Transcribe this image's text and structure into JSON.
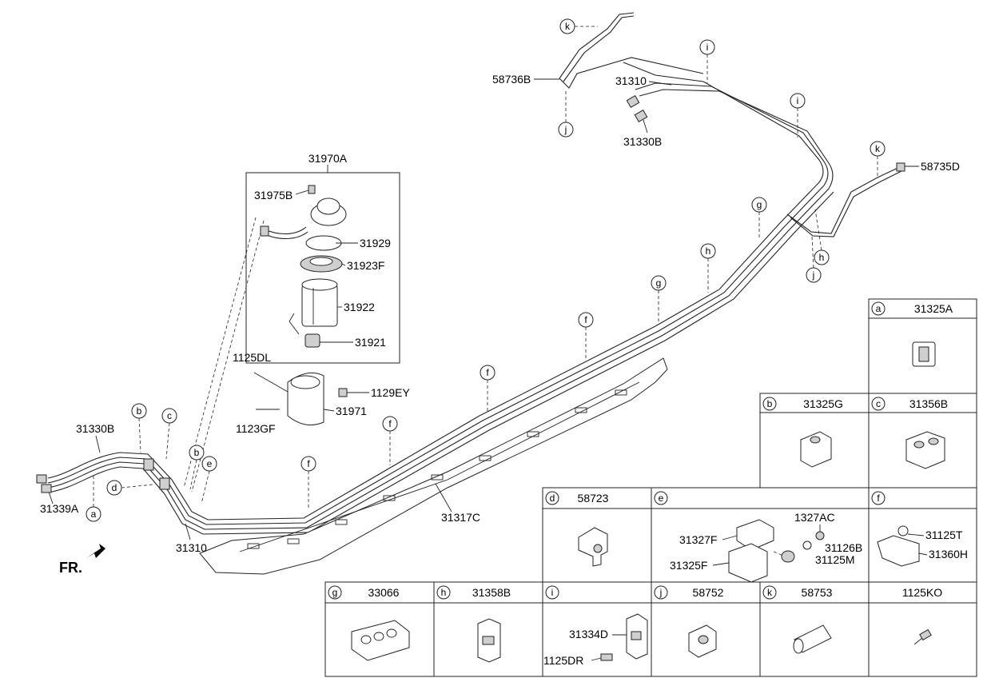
{
  "group": {
    "label": "31970A"
  },
  "direction": {
    "label": "FR."
  },
  "main_labels": {
    "p31975B": "31975B",
    "p31929": "31929",
    "p31923F": "31923F",
    "p31922": "31922",
    "p31921": "31921",
    "p1125DL": "1125DL",
    "p1129EY": "1129EY",
    "p31971": "31971",
    "p1123GF": "1123GF",
    "p31330B_left": "31330B",
    "p31339A": "31339A",
    "p31310_bottom": "31310",
    "p31317C": "31317C",
    "p58736B": "58736B",
    "p31310_top": "31310",
    "p31330B_top": "31330B",
    "p58735D": "58735D"
  },
  "callouts": {
    "k_top": "k",
    "i_top": "i",
    "i_mid": "i",
    "j_top": "j",
    "k_right": "k",
    "g_top": "g",
    "h_top": "h",
    "h_right": "h",
    "j_right": "j",
    "g_mid": "g",
    "f1": "f",
    "f2": "f",
    "f3": "f",
    "f4": "f",
    "b1": "b",
    "c1": "c",
    "d1": "d",
    "b2": "b",
    "e1": "e",
    "a1": "a"
  },
  "table": {
    "a": {
      "letter": "a",
      "part": "31325A"
    },
    "b": {
      "letter": "b",
      "part": "31325G"
    },
    "c": {
      "letter": "c",
      "part": "31356B"
    },
    "d": {
      "letter": "d",
      "part": "58723"
    },
    "e": {
      "letter": "e",
      "labels": {
        "l1327AC": "1327AC",
        "l31327F": "31327F",
        "l31126B": "31126B",
        "l31125M": "31125M",
        "l31325F": "31325F"
      }
    },
    "f": {
      "letter": "f",
      "labels": {
        "l31125T": "31125T",
        "l31360H": "31360H"
      }
    },
    "g": {
      "letter": "g",
      "part": "33066"
    },
    "h": {
      "letter": "h",
      "part": "31358B"
    },
    "i": {
      "letter": "i",
      "labels": {
        "l31334D": "31334D",
        "l1125DR": "1125DR"
      }
    },
    "j": {
      "letter": "j",
      "part": "58752"
    },
    "k": {
      "letter": "k",
      "part": "58753"
    },
    "last": {
      "part": "1125KO"
    }
  }
}
